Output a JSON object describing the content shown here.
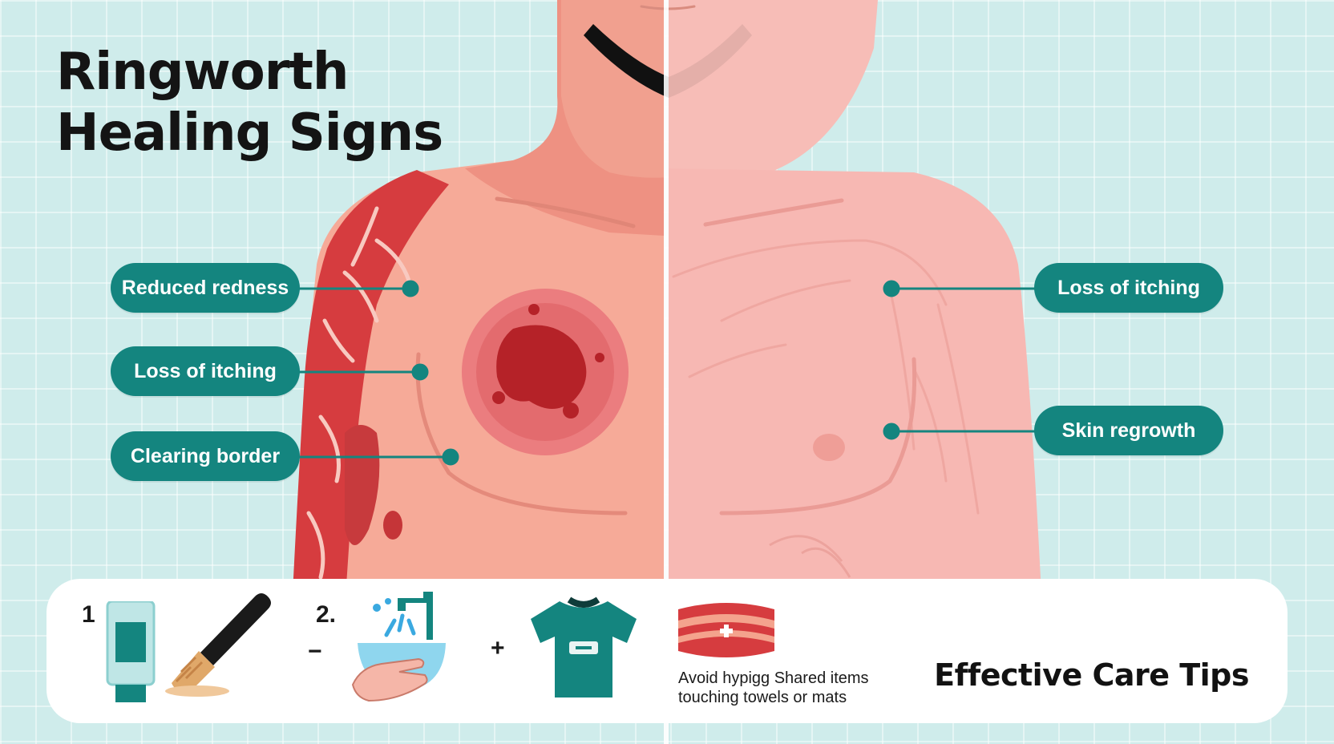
{
  "title": {
    "line1": "Ringworth",
    "line2": "Healing Signs"
  },
  "labels": {
    "left": [
      "Reduced redness",
      "Loss of itching",
      "Clearing border"
    ],
    "right": [
      "Loss of itching",
      "Skin regrowth"
    ]
  },
  "care": {
    "step1": "1",
    "step2": "2.",
    "minus": "−",
    "plus": "+",
    "note_line1": "Avoid hypigg Shared items",
    "note_line2": "touching towels or mats",
    "title": "Effective Care Tips"
  },
  "icons": [
    "cream-tube-icon",
    "brush-icon",
    "hand-washing-icon",
    "shirt-icon",
    "towel-icon"
  ],
  "colors": {
    "background": "#cfeceb",
    "label_pill": "#14857f",
    "infected_skin": "#d63c3f",
    "healed_skin": "#f7b8b3"
  }
}
